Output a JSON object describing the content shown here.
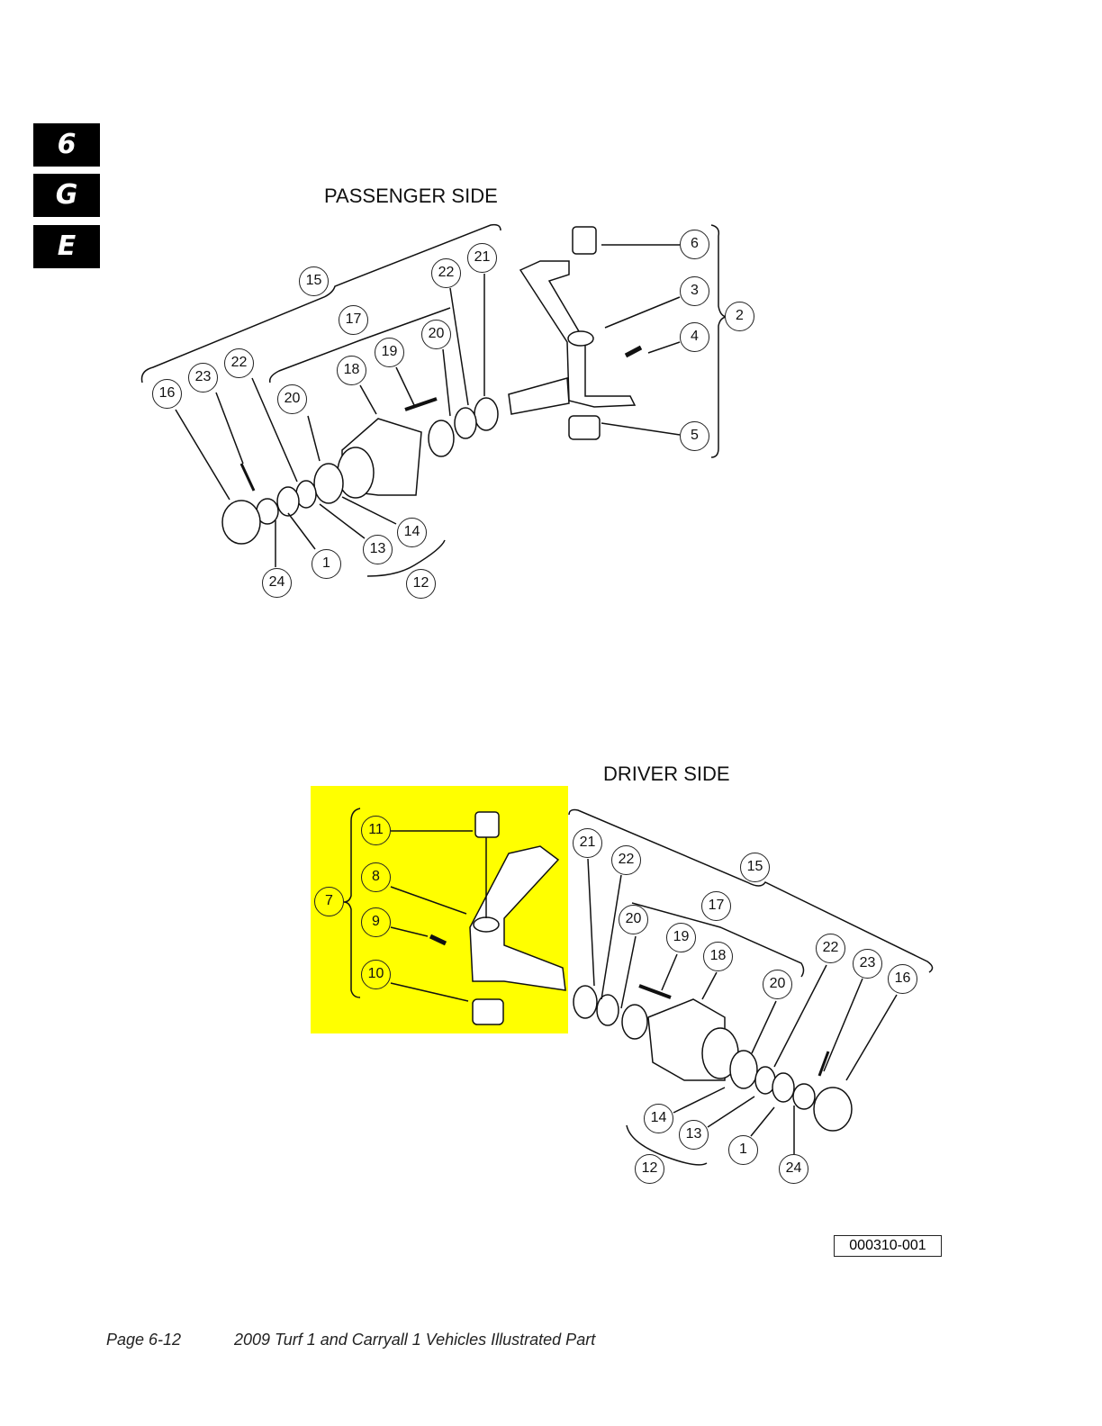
{
  "section_tabs": [
    "6",
    "G",
    "E"
  ],
  "passenger": {
    "title": "PASSENGER SIDE",
    "callouts": [
      "6",
      "3",
      "2",
      "4",
      "5",
      "21",
      "22",
      "15",
      "17",
      "20",
      "19",
      "18",
      "22",
      "23",
      "16",
      "20",
      "14",
      "13",
      "1",
      "24",
      "12"
    ]
  },
  "driver": {
    "title": "DRIVER SIDE",
    "callouts": [
      "11",
      "8",
      "7",
      "9",
      "10",
      "21",
      "22",
      "15",
      "17",
      "20",
      "19",
      "18",
      "22",
      "23",
      "16",
      "20",
      "14",
      "13",
      "1",
      "12",
      "24"
    ],
    "highlight_color": "#ffff00"
  },
  "figure_id": "000310-001",
  "footer": {
    "page": "Page 6-12",
    "doc_title": "2009 Turf 1 and Carryall 1 Vehicles Illustrated Part"
  }
}
